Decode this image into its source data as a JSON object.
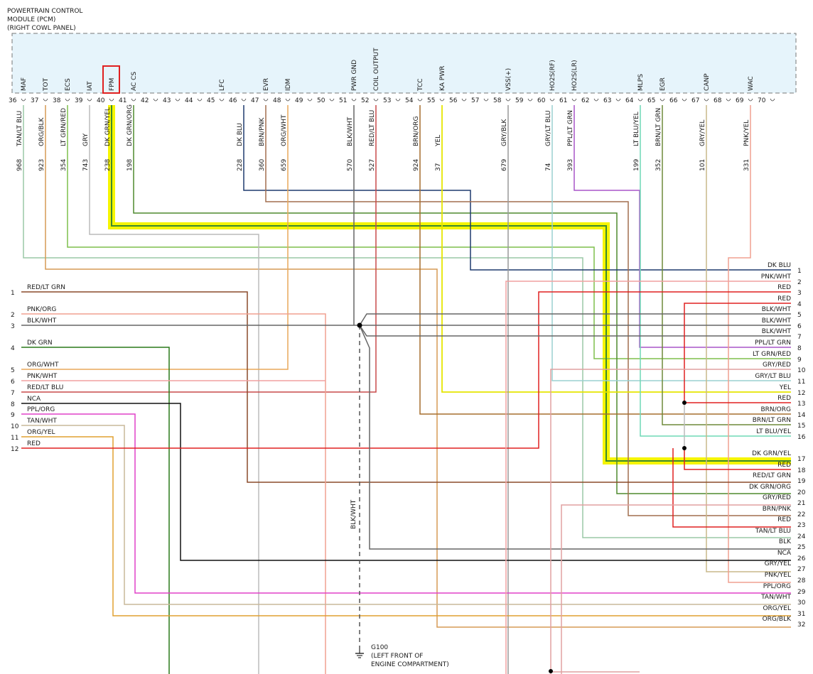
{
  "title_lines": [
    "POWERTRAIN CONTROL",
    "MODULE (PCM)",
    "(RIGHT COWL PANEL)"
  ],
  "pins": [
    {
      "num": "36",
      "fn": "MAF",
      "color": "TAN/LT BLU",
      "circuit": "968"
    },
    {
      "num": "37",
      "fn": "TOT",
      "color": "ORG/BLK",
      "circuit": "923"
    },
    {
      "num": "38",
      "fn": "ECS",
      "color": "LT GRN/RED",
      "circuit": "354"
    },
    {
      "num": "39",
      "fn": "IAT",
      "color": "GRY",
      "circuit": "743"
    },
    {
      "num": "40",
      "fn": "FPM",
      "color": "DK GRN/YEL",
      "circuit": "238",
      "highlight": true
    },
    {
      "num": "41",
      "fn": "AC CS",
      "color": "DK GRN/ORG",
      "circuit": "198"
    },
    {
      "num": "42"
    },
    {
      "num": "43"
    },
    {
      "num": "44"
    },
    {
      "num": "45",
      "fn": "LFC"
    },
    {
      "num": "46",
      "color": "DK BLU",
      "circuit": "228"
    },
    {
      "num": "47",
      "fn": "EVR",
      "color": "BRN/PNK",
      "circuit": "360"
    },
    {
      "num": "48",
      "fn": "IDM",
      "color": "ORG/WHT",
      "circuit": "659"
    },
    {
      "num": "49"
    },
    {
      "num": "50"
    },
    {
      "num": "51",
      "fn": "PWR GND",
      "color": "BLK/WHT",
      "circuit": "570"
    },
    {
      "num": "52",
      "fn": "COIL OUTPUT",
      "color": "RED/LT BLU",
      "circuit": "527"
    },
    {
      "num": "53"
    },
    {
      "num": "54",
      "fn": "TCC",
      "color": "BRN/ORG",
      "circuit": "924"
    },
    {
      "num": "55",
      "fn": "KA PWR",
      "color": "YEL",
      "circuit": "37"
    },
    {
      "num": "56"
    },
    {
      "num": "57"
    },
    {
      "num": "58",
      "fn": "VSS(+)",
      "color": "GRY/BLK",
      "circuit": "679"
    },
    {
      "num": "59"
    },
    {
      "num": "60",
      "fn": "HO2S(RF)",
      "color": "GRY/LT BLU",
      "circuit": "74"
    },
    {
      "num": "61",
      "fn": "HO2S(LR)",
      "color": "PPL/LT GRN",
      "circuit": "393"
    },
    {
      "num": "62"
    },
    {
      "num": "63"
    },
    {
      "num": "64",
      "fn": "MLPS",
      "color": "LT BLU/YEL",
      "circuit": "199"
    },
    {
      "num": "65",
      "fn": "EGR",
      "color": "BRN/LT GRN",
      "circuit": "352"
    },
    {
      "num": "66"
    },
    {
      "num": "67",
      "fn": "CANP",
      "color": "GRY/YEL",
      "circuit": "101"
    },
    {
      "num": "68"
    },
    {
      "num": "69",
      "fn": "WAC",
      "color": "PNK/YEL",
      "circuit": "331"
    },
    {
      "num": "70"
    }
  ],
  "left_connector": [
    {
      "num": "1",
      "label": "RED/LT GRN"
    },
    {
      "num": "2",
      "label": "PNK/ORG"
    },
    {
      "num": "3",
      "label": "BLK/WHT"
    },
    {
      "num": "4",
      "label": "DK GRN"
    },
    {
      "num": "5",
      "label": "ORG/WHT"
    },
    {
      "num": "6",
      "label": "PNK/WHT"
    },
    {
      "num": "7",
      "label": "RED/LT BLU"
    },
    {
      "num": "8",
      "label": "NCA"
    },
    {
      "num": "9",
      "label": "PPL/ORG"
    },
    {
      "num": "10",
      "label": "TAN/WHT"
    },
    {
      "num": "11",
      "label": "ORG/YEL"
    },
    {
      "num": "12",
      "label": "RED"
    }
  ],
  "right_connector": [
    {
      "num": "1",
      "label": "DK BLU"
    },
    {
      "num": "2",
      "label": "PNK/WHT"
    },
    {
      "num": "3",
      "label": "RED"
    },
    {
      "num": "",
      "label": "RED"
    },
    {
      "num": "4",
      "label": ""
    },
    {
      "num": "5",
      "label": "BLK/WHT"
    },
    {
      "num": "6",
      "label": "BLK/WHT"
    },
    {
      "num": "7",
      "label": "BLK/WHT"
    },
    {
      "num": "",
      "label": "PPL/LT GRN"
    },
    {
      "num": "8",
      "label": "LT GRN/RED"
    },
    {
      "num": "9",
      "label": ""
    },
    {
      "num": "",
      "label": "GRY/RED"
    },
    {
      "num": "10",
      "label": "GRY/LT BLU"
    },
    {
      "num": "11",
      "label": ""
    },
    {
      "num": "12",
      "label": "YEL"
    },
    {
      "num": "",
      "label": "RED"
    },
    {
      "num": "13",
      "label": ""
    },
    {
      "num": "14",
      "label": "BRN/ORG"
    },
    {
      "num": "15",
      "label": "BRN/LT GRN"
    },
    {
      "num": "16",
      "label": "LT BLU/YEL"
    },
    {
      "num": "",
      "label": "DK GRN/YEL"
    },
    {
      "num": "17",
      "label": ""
    },
    {
      "num": "",
      "label": "RED"
    },
    {
      "num": "18",
      "label": ""
    },
    {
      "num": "",
      "label": "RED/LT GRN"
    },
    {
      "num": "19",
      "label": ""
    },
    {
      "num": "20",
      "label": "DK GRN/ORG"
    },
    {
      "num": "",
      "label": "GRY/RED"
    },
    {
      "num": "21",
      "label": ""
    },
    {
      "num": "22",
      "label": "BRN/PNK"
    },
    {
      "num": "",
      "label": "RED"
    },
    {
      "num": "23",
      "label": ""
    },
    {
      "num": "",
      "label": "TAN/LT BLU"
    },
    {
      "num": "24",
      "label": ""
    },
    {
      "num": "25",
      "label": "BLK"
    },
    {
      "num": "",
      "label": "NCA"
    },
    {
      "num": "26",
      "label": ""
    },
    {
      "num": "27",
      "label": "GRY/YEL"
    },
    {
      "num": "28",
      "label": "PNK/YEL"
    },
    {
      "num": "29",
      "label": "PPL/ORG"
    },
    {
      "num": "30",
      "label": "TAN/WHT"
    },
    {
      "num": "31",
      "label": "ORG/YEL"
    },
    {
      "num": "32",
      "label": "ORG/BLK"
    }
  ],
  "splice_wire_label": "BLK/WHT",
  "ground": {
    "name": "G100",
    "desc": [
      "(LEFT FRONT OF",
      "ENGINE COMPARTMENT)"
    ]
  },
  "colors": {
    "module_fill": "#e6f4fb",
    "highlight": "#f5f500",
    "highlight_box": "#e02020"
  }
}
